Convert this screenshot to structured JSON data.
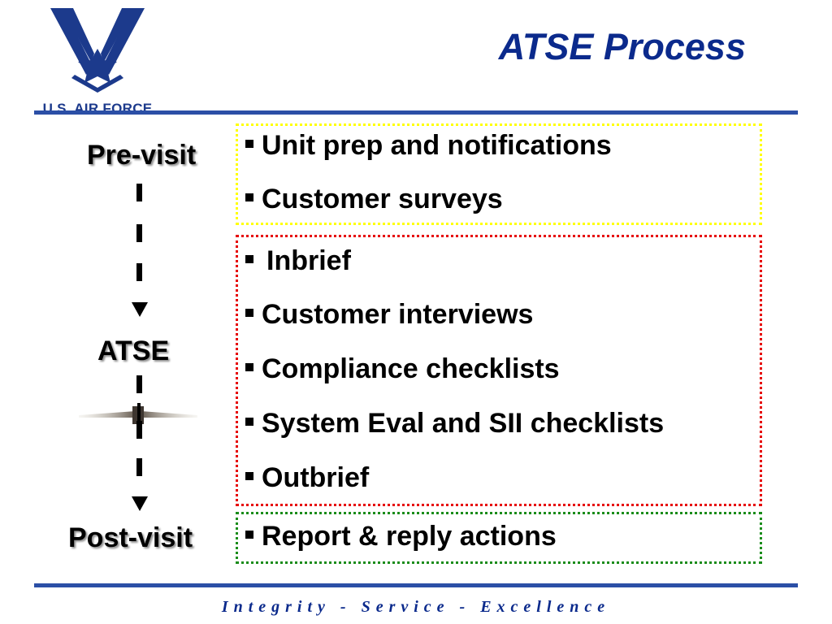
{
  "header": {
    "title": "ATSE Process",
    "logo_text": "U.S. AIR FORCE"
  },
  "flow": {
    "stages": [
      "Pre-visit",
      "ATSE",
      "Post-visit"
    ]
  },
  "groups": {
    "pre_visit": [
      "Unit prep and notifications",
      "Customer surveys"
    ],
    "atse": [
      "Inbrief",
      "Customer interviews",
      "Compliance checklists",
      "System Eval and SII checklists",
      "Outbrief"
    ],
    "post_visit": [
      "Report & reply actions"
    ]
  },
  "footer": {
    "motto": "Integrity - Service - Excellence"
  },
  "colors": {
    "brand_blue": "#0b2a8c",
    "rule_blue": "#2b4fa6",
    "pre_visit_border": "#ffff00",
    "atse_border": "#e60000",
    "post_visit_border": "#1a8c1a"
  }
}
